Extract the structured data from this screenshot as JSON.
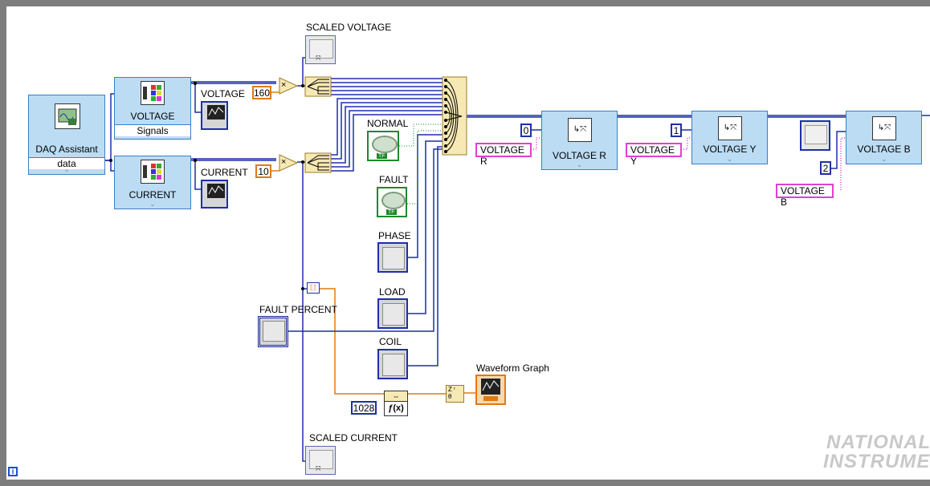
{
  "diagram": {
    "daq_assistant": {
      "title": "DAQ Assistant",
      "output": "data"
    },
    "voltage_split": {
      "title": "VOLTAGE",
      "output": "Signals"
    },
    "current_split": {
      "title": "CURRENT"
    },
    "labels": {
      "scaled_voltage": "SCALED VOLTAGE",
      "scaled_current": "SCALED CURRENT",
      "voltage_graph": "VOLTAGE",
      "current_graph": "CURRENT",
      "normal": "NORMAL",
      "fault": "FAULT",
      "phase": "PHASE",
      "load": "LOAD",
      "coil": "COIL",
      "fault_percent": "FAULT PERCENT",
      "waveform_graph": "Waveform Graph"
    },
    "constants": {
      "voltage_multiplier": "160",
      "current_multiplier": "10",
      "array_size": "1028",
      "index_r": "0",
      "index_y": "1",
      "index_b": "2",
      "tf_text": "TF"
    },
    "string_constants": {
      "r": "VOLTAGE R",
      "y": "VOLTAGE Y",
      "b": "VOLTAGE B"
    },
    "output_nodes": {
      "r": "VOLTAGE R",
      "y": "VOLTAGE Y",
      "b": "VOLTAGE B"
    },
    "functions": {
      "multiply": "×",
      "formula": "ƒ(x)",
      "info": "i"
    },
    "watermark": [
      "NATIONAL",
      "INSTRUMENTS"
    ]
  }
}
